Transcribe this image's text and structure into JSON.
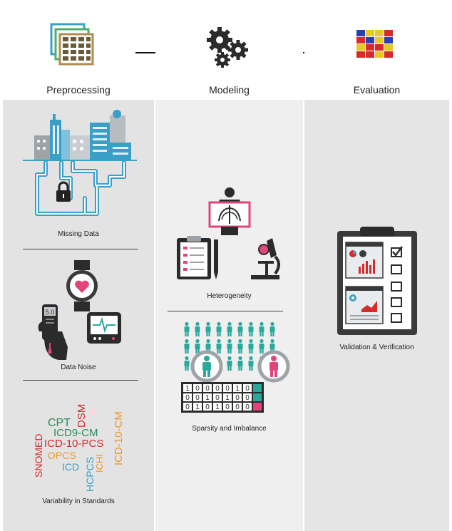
{
  "stages": {
    "preprocessing": "Preprocessing",
    "modeling": "Modeling",
    "evaluation": "Evaluation"
  },
  "preprocessing": {
    "missing_data": "Missing Data",
    "data_noise": "Data Noise",
    "variability": "Variability in Standards",
    "glucometer_reading": "5.0",
    "standards": {
      "cpt": "CPT",
      "dsm": "DSM",
      "icd9cm": "ICD9-CM",
      "icd10pcs": "ICD-10-PCS",
      "snomed": "SNOMED",
      "opcs": "OPCS",
      "icd": "ICD",
      "hcpcs": "HCPCS",
      "ichi": "ICHI",
      "icd10cm": "ICD-10-CM"
    }
  },
  "modeling": {
    "heterogeneity": "Heterogeneity",
    "sparsity": "Sparsity and Imbalance",
    "binary_rows": [
      [
        "1",
        "0",
        "0",
        "0",
        "0",
        "1",
        "0",
        ""
      ],
      [
        "0",
        "0",
        "1",
        "0",
        "1",
        "0",
        "0",
        ""
      ],
      [
        "0",
        "1",
        "0",
        "1",
        "0",
        "0",
        "0",
        ""
      ]
    ]
  },
  "evaluation": {
    "validation": "Validation & Verification"
  },
  "colors": {
    "blue": "#3a9fc7",
    "teal": "#2aa89c",
    "pink": "#e2457a",
    "dark": "#2b2b2b",
    "red": "#d42b2b",
    "orange": "#f0962a",
    "green_std": "#2f8a5a"
  }
}
